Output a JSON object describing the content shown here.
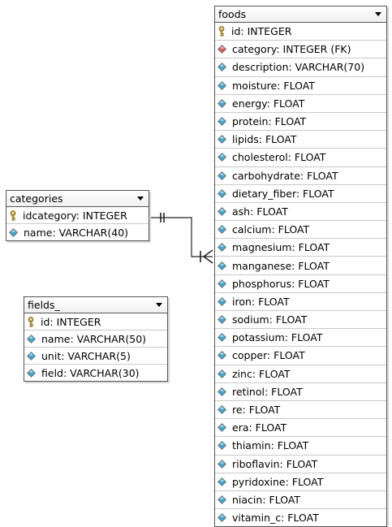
{
  "tables": {
    "foods": {
      "title": "foods",
      "columns": [
        {
          "text": "id: INTEGER",
          "kind": "key"
        },
        {
          "text": "category: INTEGER (FK)",
          "kind": "fk"
        },
        {
          "text": "description: VARCHAR(70)",
          "kind": "col"
        },
        {
          "text": "moisture: FLOAT",
          "kind": "col"
        },
        {
          "text": "energy: FLOAT",
          "kind": "col"
        },
        {
          "text": "protein: FLOAT",
          "kind": "col"
        },
        {
          "text": "lipids: FLOAT",
          "kind": "col"
        },
        {
          "text": "cholesterol: FLOAT",
          "kind": "col"
        },
        {
          "text": "carbohydrate: FLOAT",
          "kind": "col"
        },
        {
          "text": "dietary_fiber: FLOAT",
          "kind": "col"
        },
        {
          "text": "ash: FLOAT",
          "kind": "col"
        },
        {
          "text": "calcium: FLOAT",
          "kind": "col"
        },
        {
          "text": "magnesium: FLOAT",
          "kind": "col"
        },
        {
          "text": "manganese: FLOAT",
          "kind": "col"
        },
        {
          "text": "phosphorus: FLOAT",
          "kind": "col"
        },
        {
          "text": "iron: FLOAT",
          "kind": "col"
        },
        {
          "text": "sodium: FLOAT",
          "kind": "col"
        },
        {
          "text": "potassium: FLOAT",
          "kind": "col"
        },
        {
          "text": "copper: FLOAT",
          "kind": "col"
        },
        {
          "text": "zinc: FLOAT",
          "kind": "col"
        },
        {
          "text": "retinol: FLOAT",
          "kind": "col"
        },
        {
          "text": "re: FLOAT",
          "kind": "col"
        },
        {
          "text": "era: FLOAT",
          "kind": "col"
        },
        {
          "text": "thiamin: FLOAT",
          "kind": "col"
        },
        {
          "text": "riboflavin: FLOAT",
          "kind": "col"
        },
        {
          "text": "pyridoxine: FLOAT",
          "kind": "col"
        },
        {
          "text": "niacin: FLOAT",
          "kind": "col"
        },
        {
          "text": "vitamin_c: FLOAT",
          "kind": "col"
        }
      ]
    },
    "categories": {
      "title": "categories",
      "columns": [
        {
          "text": "idcategory: INTEGER",
          "kind": "key"
        },
        {
          "text": "name: VARCHAR(40)",
          "kind": "col"
        }
      ]
    },
    "fields": {
      "title": "fields_",
      "columns": [
        {
          "text": "id: INTEGER",
          "kind": "key"
        },
        {
          "text": "name: VARCHAR(50)",
          "kind": "col"
        },
        {
          "text": "unit: VARCHAR(5)",
          "kind": "col"
        },
        {
          "text": "field: VARCHAR(30)",
          "kind": "col"
        }
      ]
    }
  },
  "icons": {
    "key": "key-icon",
    "fk": "foreign-key-diamond-icon",
    "col": "column-diamond-icon"
  },
  "colors": {
    "key": "#c8a84a",
    "fk": "#d06060",
    "col": "#4aa3c8",
    "line": "#222222"
  },
  "relationship": {
    "from": "categories",
    "to": "foods",
    "type": "one-to-many"
  }
}
